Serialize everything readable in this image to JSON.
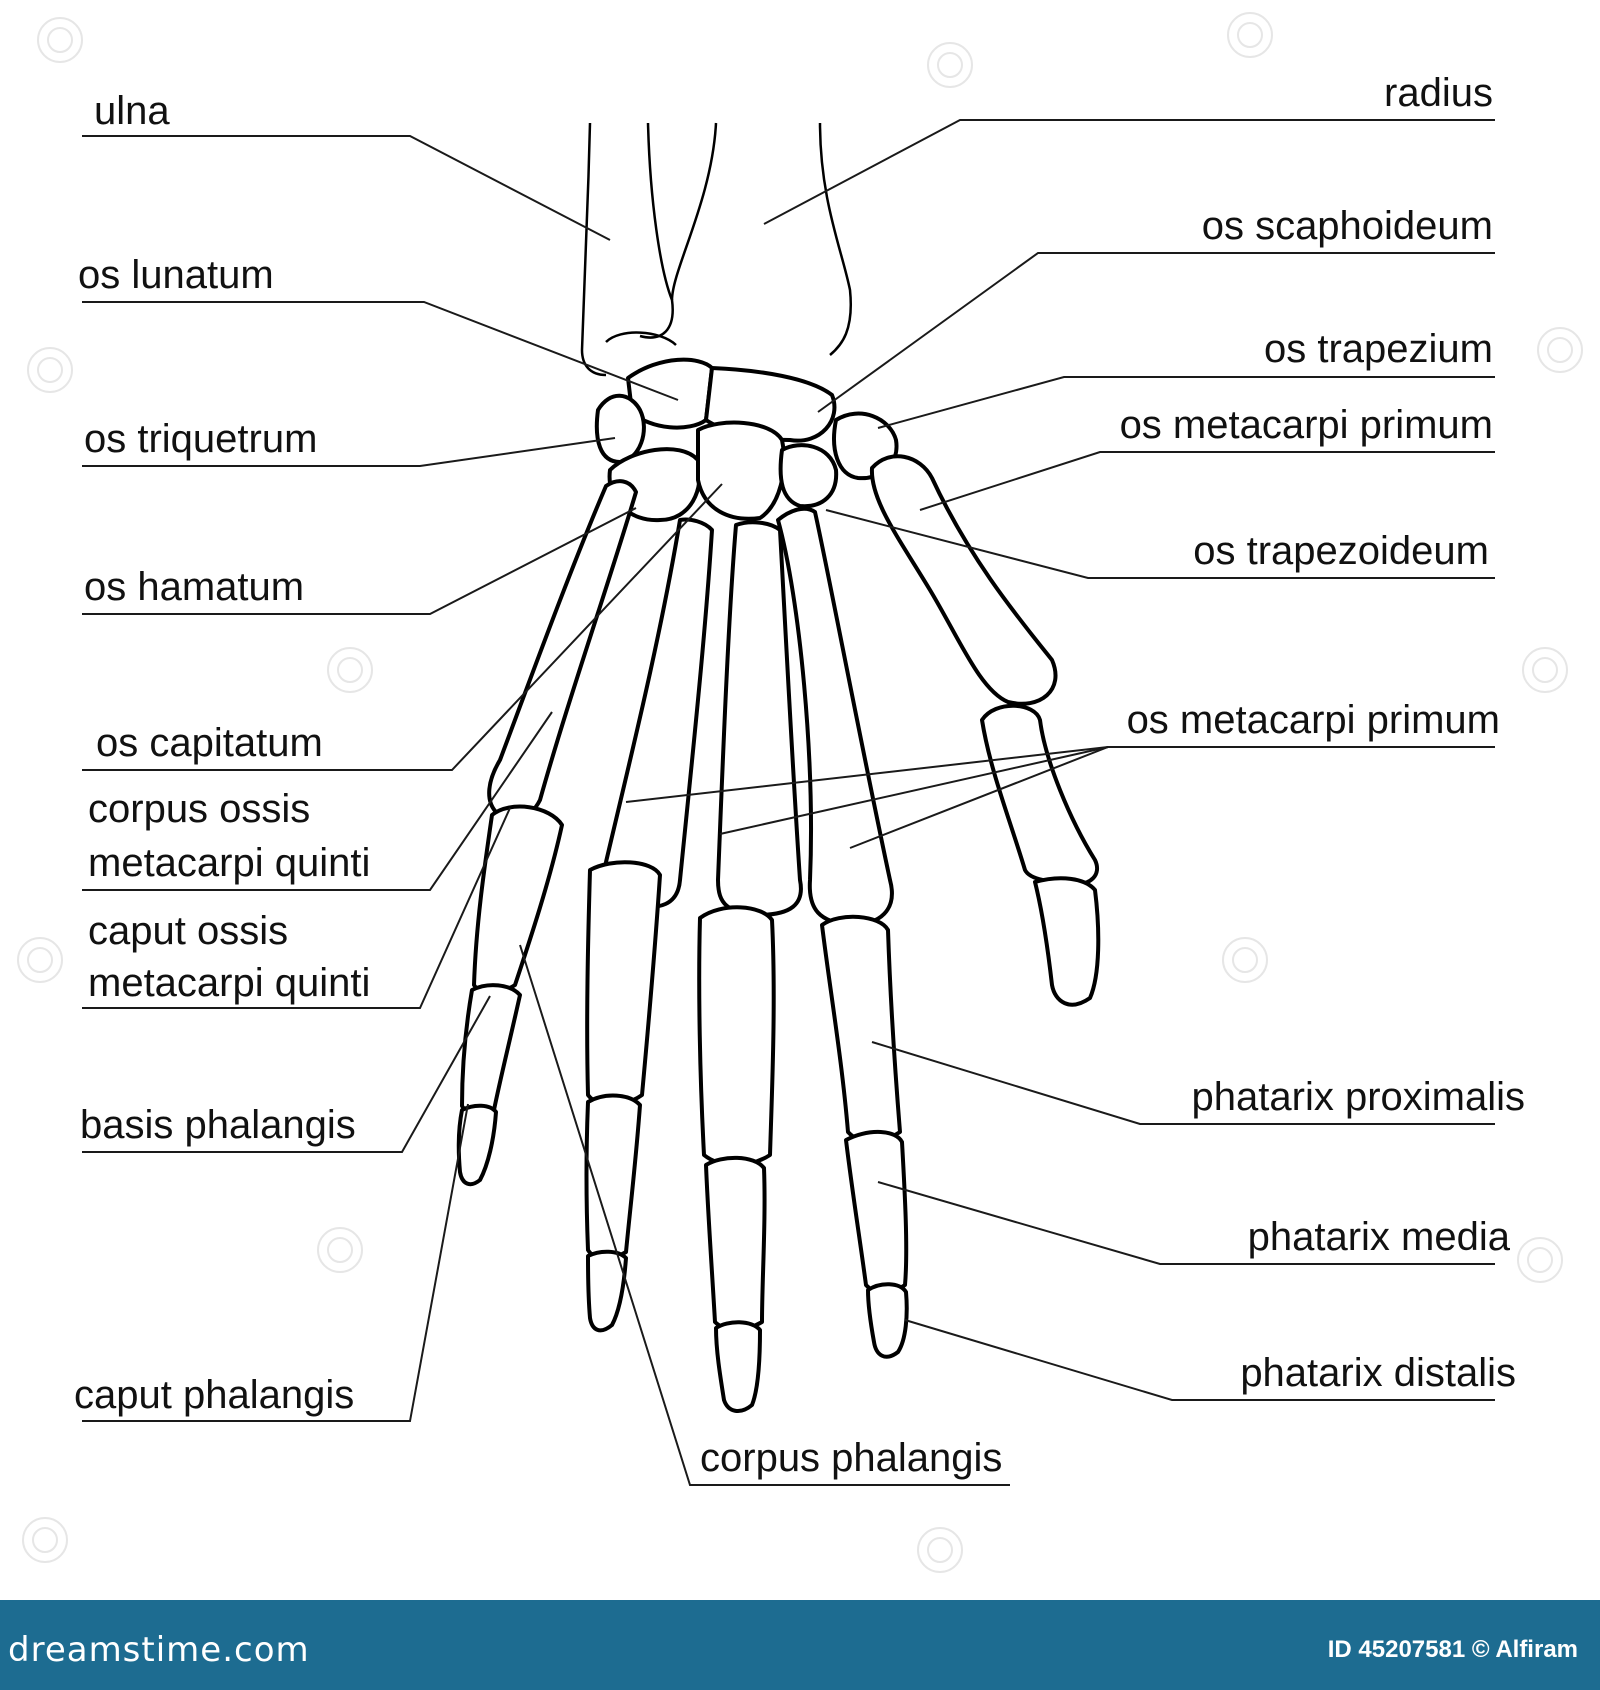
{
  "labels": {
    "ulna": "ulna",
    "radius": "radius",
    "os_lunatum": "os lunatum",
    "os_scaphoideum": "os scaphoideum",
    "os_trapezium": "os trapezium",
    "os_metacarpi_primum_top": "os metacarpi primum",
    "os_triquetrum": "os triquetrum",
    "os_trapezoideum": "os trapezoideum",
    "os_hamatum": "os hamatum",
    "os_capitatum": "os capitatum",
    "os_metacarpi_primum_mid": "os metacarpi primum",
    "corpus_ossis_line1": "corpus ossis",
    "corpus_ossis_line2": "metacarpi quinti",
    "caput_ossis_line1": "caput ossis",
    "caput_ossis_line2": "metacarpi quinti",
    "basis_phalangis": "basis phalangis",
    "phatarix_proximalis": "phatarix proximalis",
    "phatarix_media": "phatarix media",
    "caput_phalangis": "caput phalangis",
    "phatarix_distalis": "phatarix distalis",
    "corpus_phalangis": "corpus phalangis"
  },
  "footer": {
    "brand": "dreamstime.com",
    "credit": "ID 45207581 © Alfiram"
  },
  "colors": {
    "footer_bg": "#1d6c91",
    "line": "#000000",
    "text": "#111111"
  }
}
